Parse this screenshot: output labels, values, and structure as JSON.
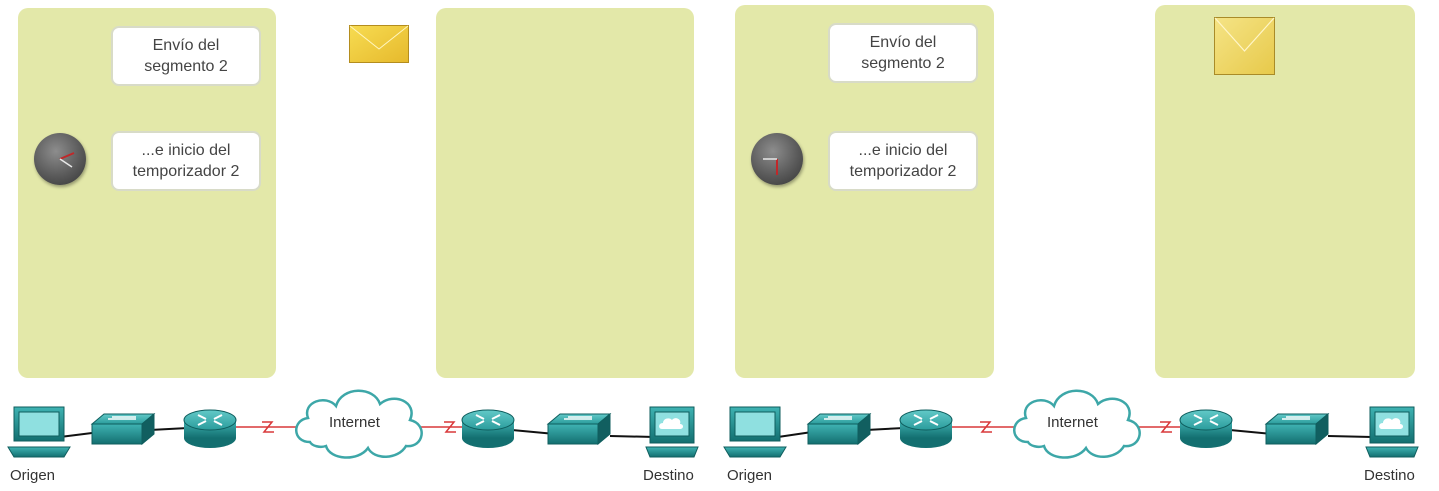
{
  "scenes": [
    {
      "callout_1": {
        "line1": "Envío del",
        "line2": "segmento 2"
      },
      "callout_2": {
        "line1": "...e inicio del",
        "line2": "temporizador 2"
      },
      "network": {
        "source_label": "Origen",
        "destination_label": "Destino",
        "cloud_label": "Internet"
      }
    },
    {
      "callout_1": {
        "line1": "Envío del",
        "line2": "segmento 2"
      },
      "callout_2": {
        "line1": "...e inicio del",
        "line2": "temporizador 2"
      },
      "network": {
        "source_label": "Origen",
        "destination_label": "Destino",
        "cloud_label": "Internet"
      }
    }
  ],
  "colors": {
    "panel": "#e3e8a9",
    "device_teal": "#1d8c8c",
    "serial_link": "#d9383a",
    "envelope": "#f2d23a",
    "clock_hand": "#c0282a"
  },
  "icons": [
    "clock-icon",
    "envelope-icon",
    "pc-icon",
    "switch-icon",
    "router-icon",
    "cloud-icon",
    "server-icon"
  ]
}
